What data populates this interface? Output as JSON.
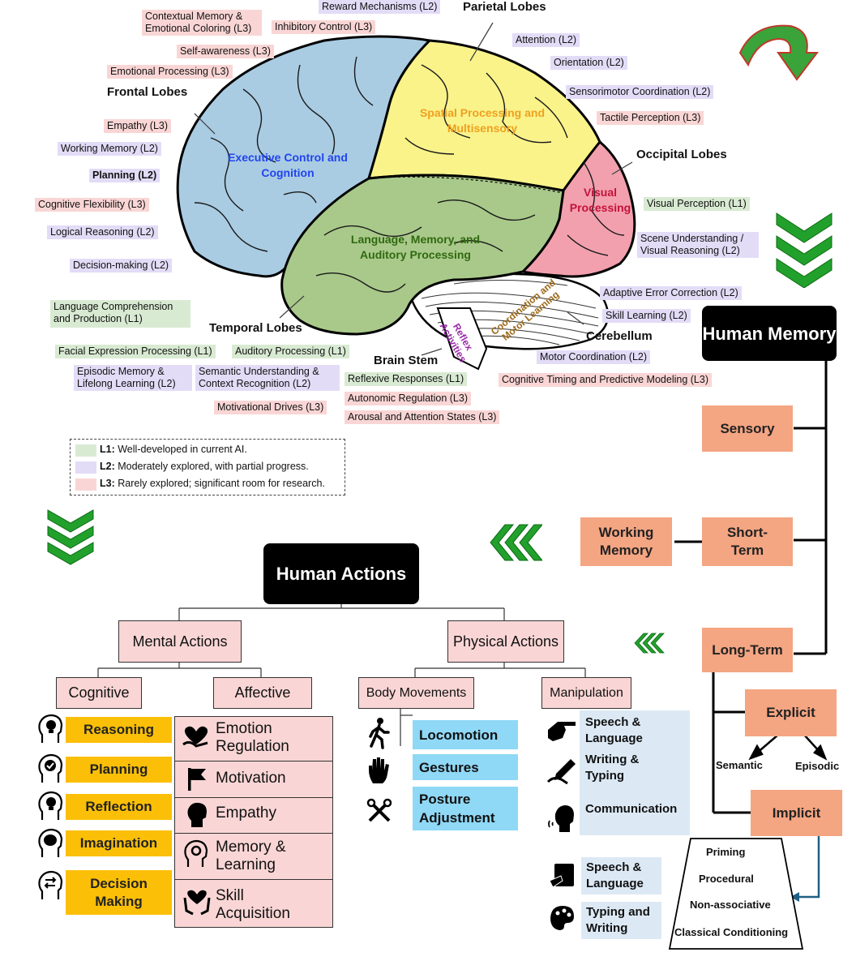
{
  "brain": {
    "lobes": {
      "frontal": "Frontal Lobes",
      "parietal": "Parietal Lobes",
      "occipital": "Occipital Lobes",
      "temporal": "Temporal Lobes",
      "cerebellum": "Cerebellum",
      "brain_stem": "Brain Stem"
    },
    "regions": {
      "executive": "Executive Control and Cognition",
      "spatial": "Spatial Processing and Multisensory",
      "visual": "Visual Processing",
      "language": "Language, Memory, and Auditory Processing",
      "coordination": "Coordination and Motor Learning",
      "reflex": "Reflex Activities"
    },
    "labels": {
      "contextual": "Contextual Memory & Emotional Coloring (L3)",
      "reward": "Reward Mechanisms (L2)",
      "inhibitory": "Inhibitory Control (L3)",
      "self_awareness": "Self-awareness (L3)",
      "emotional_processing": "Emotional Processing (L3)",
      "empathy": "Empathy (L3)",
      "working_memory": "Working Memory (L2)",
      "planning": "Planning (L2)",
      "cognitive_flexibility": "Cognitive Flexibility (L3)",
      "logical_reasoning": "Logical Reasoning (L2)",
      "decision_making": "Decision-making (L2)",
      "attention": "Attention (L2)",
      "orientation": "Orientation (L2)",
      "sensorimotor": "Sensorimotor Coordination (L2)",
      "tactile": "Tactile Perception (L3)",
      "visual_perception": "Visual Perception (L1)",
      "scene_understanding": "Scene Understanding / Visual Reasoning (L2)",
      "adaptive_error": "Adaptive Error Correction (L2)",
      "skill_learning": "Skill Learning (L2)",
      "motor_coordination": "Motor Coordination (L2)",
      "cognitive_timing": "Cognitive Timing and Predictive Modeling (L3)",
      "language_comprehension": "Language Comprehension and Production (L1)",
      "facial_expression": "Facial Expression Processing (L1)",
      "auditory_processing": "Auditory Processing (L1)",
      "episodic_memory": "Episodic Memory & Lifelong Learning (L2)",
      "semantic_understanding": "Semantic Understanding & Context Recognition (L2)",
      "motivational_drives": "Motivational Drives (L3)",
      "reflexive_responses": "Reflexive Responses (L1)",
      "autonomic_regulation": "Autonomic Regulation (L3)",
      "arousal_attention": "Arousal and Attention States (L3)"
    }
  },
  "legend": {
    "l1_key": "L1:",
    "l1_text": "Well-developed in current AI.",
    "l2_key": "L2:",
    "l2_text": "Moderately explored, with partial progress.",
    "l3_key": "L3:",
    "l3_text": "Rarely explored; significant room for research."
  },
  "memory": {
    "title": "Human Memory",
    "sensory": "Sensory",
    "short_term": "Short-Term",
    "working_memory": "Working Memory",
    "long_term": "Long-Term",
    "explicit": "Explicit",
    "semantic": "Semantic",
    "episodic": "Episodic",
    "implicit": "Implicit",
    "implicit_types": [
      "Priming",
      "Procedural",
      "Non-associative",
      "Classical Conditioning"
    ]
  },
  "actions": {
    "title": "Human Actions",
    "mental": "Mental Actions",
    "physical": "Physical Actions",
    "cognitive": "Cognitive",
    "affective": "Affective",
    "body_movements": "Body Movements",
    "manipulation": "Manipulation",
    "cognitive_items": [
      "Reasoning",
      "Planning",
      "Reflection",
      "Imagination",
      "Decision Making"
    ],
    "affective_items": [
      "Emotion Regulation",
      "Motivation",
      "Empathy",
      "Memory & Learning",
      "Skill Acquisition"
    ],
    "body_items": [
      "Locomotion",
      "Gestures",
      "Posture Adjustment"
    ],
    "manipulation_items": [
      "Speech & Language",
      "Writing & Typing",
      "Communication"
    ],
    "extra_items": [
      "Speech & Language",
      "Typing and Writing"
    ]
  },
  "colors": {
    "L1": "#d9ead3",
    "L2": "#e3dcf7",
    "L3": "#f9d6d5",
    "frontal": "#a9cce3",
    "parietal": "#f9f38a",
    "occipital": "#f2a0ae",
    "temporal": "#a9c98a",
    "memory_box": "#f4a582",
    "cognitive_box": "#fbbf07",
    "body_box": "#8fd8f6",
    "chevron": "#22a02c"
  },
  "icons": [
    "curved-arrow-icon",
    "chevron-down-icon",
    "chevron-left-icon",
    "head-lightbulb-icon",
    "head-check-icon",
    "head-brain-icon",
    "head-arrows-icon",
    "heart-hand-icon",
    "flag-icon",
    "head-profile-icon",
    "head-gear-icon",
    "hands-heart-icon",
    "walking-person-icon",
    "hand-icon",
    "tools-icon",
    "pointing-hand-icon",
    "writing-hand-icon",
    "speaking-head-icon",
    "tablet-writing-icon",
    "palette-hand-icon"
  ]
}
